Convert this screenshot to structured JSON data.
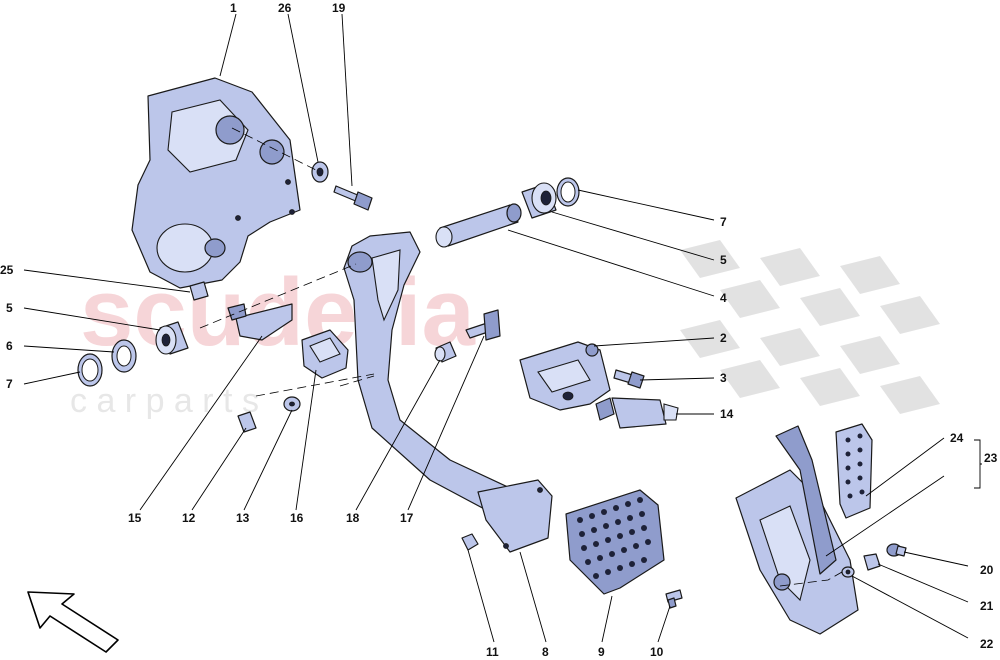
{
  "watermark": {
    "brand": "scuderia",
    "sub": "c a r p a r t s"
  },
  "callouts": [
    {
      "id": "c1",
      "label": "1"
    },
    {
      "id": "c26",
      "label": "26"
    },
    {
      "id": "c19",
      "label": "19"
    },
    {
      "id": "c7a",
      "label": "7"
    },
    {
      "id": "c5a",
      "label": "5"
    },
    {
      "id": "c4",
      "label": "4"
    },
    {
      "id": "c25",
      "label": "25"
    },
    {
      "id": "c5b",
      "label": "5"
    },
    {
      "id": "c6",
      "label": "6"
    },
    {
      "id": "c7b",
      "label": "7"
    },
    {
      "id": "c2",
      "label": "2"
    },
    {
      "id": "c3",
      "label": "3"
    },
    {
      "id": "c14",
      "label": "14"
    },
    {
      "id": "c24",
      "label": "24"
    },
    {
      "id": "c23",
      "label": "23"
    },
    {
      "id": "c15",
      "label": "15"
    },
    {
      "id": "c12",
      "label": "12"
    },
    {
      "id": "c13",
      "label": "13"
    },
    {
      "id": "c16",
      "label": "16"
    },
    {
      "id": "c18",
      "label": "18"
    },
    {
      "id": "c17",
      "label": "17"
    },
    {
      "id": "c20",
      "label": "20"
    },
    {
      "id": "c21",
      "label": "21"
    },
    {
      "id": "c22",
      "label": "22"
    },
    {
      "id": "c11",
      "label": "11"
    },
    {
      "id": "c8",
      "label": "8"
    },
    {
      "id": "c9",
      "label": "9"
    },
    {
      "id": "c10",
      "label": "10"
    }
  ],
  "colors": {
    "part_fill": "#bcc6ea",
    "part_shade": "#8f9ccc",
    "watermark_red": "#f3c4c8"
  },
  "icons": {
    "direction": "front-direction-arrow-icon"
  }
}
